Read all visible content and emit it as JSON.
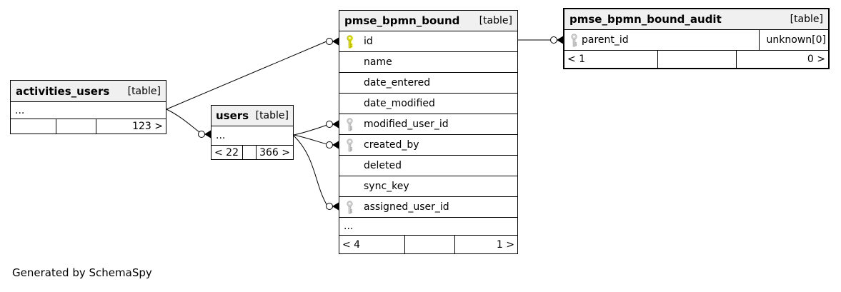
{
  "diagram": {
    "note": "Generated by SchemaSpy",
    "colors": {
      "primary_key": "#dddd00",
      "foreign_key": "#d4d4d4",
      "header_bg": "#f0f0f0",
      "border": "#000000",
      "canvas": "#ffffff"
    },
    "tables": [
      {
        "name": "activities_users",
        "tag": "[table]",
        "rows": [
          {
            "label": "..."
          }
        ],
        "footer": [
          "",
          "",
          "123 >"
        ]
      },
      {
        "name": "users",
        "tag": "[table]",
        "rows": [
          {
            "label": "..."
          }
        ],
        "footer": [
          "< 22",
          "",
          "366 >"
        ]
      },
      {
        "name": "pmse_bpmn_bound",
        "tag": "[table]",
        "rows": [
          {
            "label": "id",
            "key": "primary"
          },
          {
            "label": "name"
          },
          {
            "label": "date_entered"
          },
          {
            "label": "date_modified"
          },
          {
            "label": "modified_user_id",
            "key": "foreign"
          },
          {
            "label": "created_by",
            "key": "foreign"
          },
          {
            "label": "deleted"
          },
          {
            "label": "sync_key"
          },
          {
            "label": "assigned_user_id",
            "key": "foreign"
          },
          {
            "label": "..."
          }
        ],
        "footer": [
          "< 4",
          "",
          "1 >"
        ]
      },
      {
        "name": "pmse_bpmn_bound_audit",
        "tag": "[table]",
        "rows": [
          {
            "label": "parent_id",
            "key": "foreign",
            "type": "unknown[0]"
          }
        ],
        "footer": [
          "< 1",
          "",
          "0 >"
        ]
      }
    ],
    "relationships": [
      {
        "from": "activities_users",
        "to": "pmse_bpmn_bound.id"
      },
      {
        "from": "activities_users",
        "to": "users"
      },
      {
        "from": "users",
        "to": "pmse_bpmn_bound.modified_user_id"
      },
      {
        "from": "users",
        "to": "pmse_bpmn_bound.created_by"
      },
      {
        "from": "users",
        "to": "pmse_bpmn_bound.assigned_user_id"
      },
      {
        "from": "pmse_bpmn_bound.id",
        "to": "pmse_bpmn_bound_audit.parent_id"
      }
    ]
  }
}
